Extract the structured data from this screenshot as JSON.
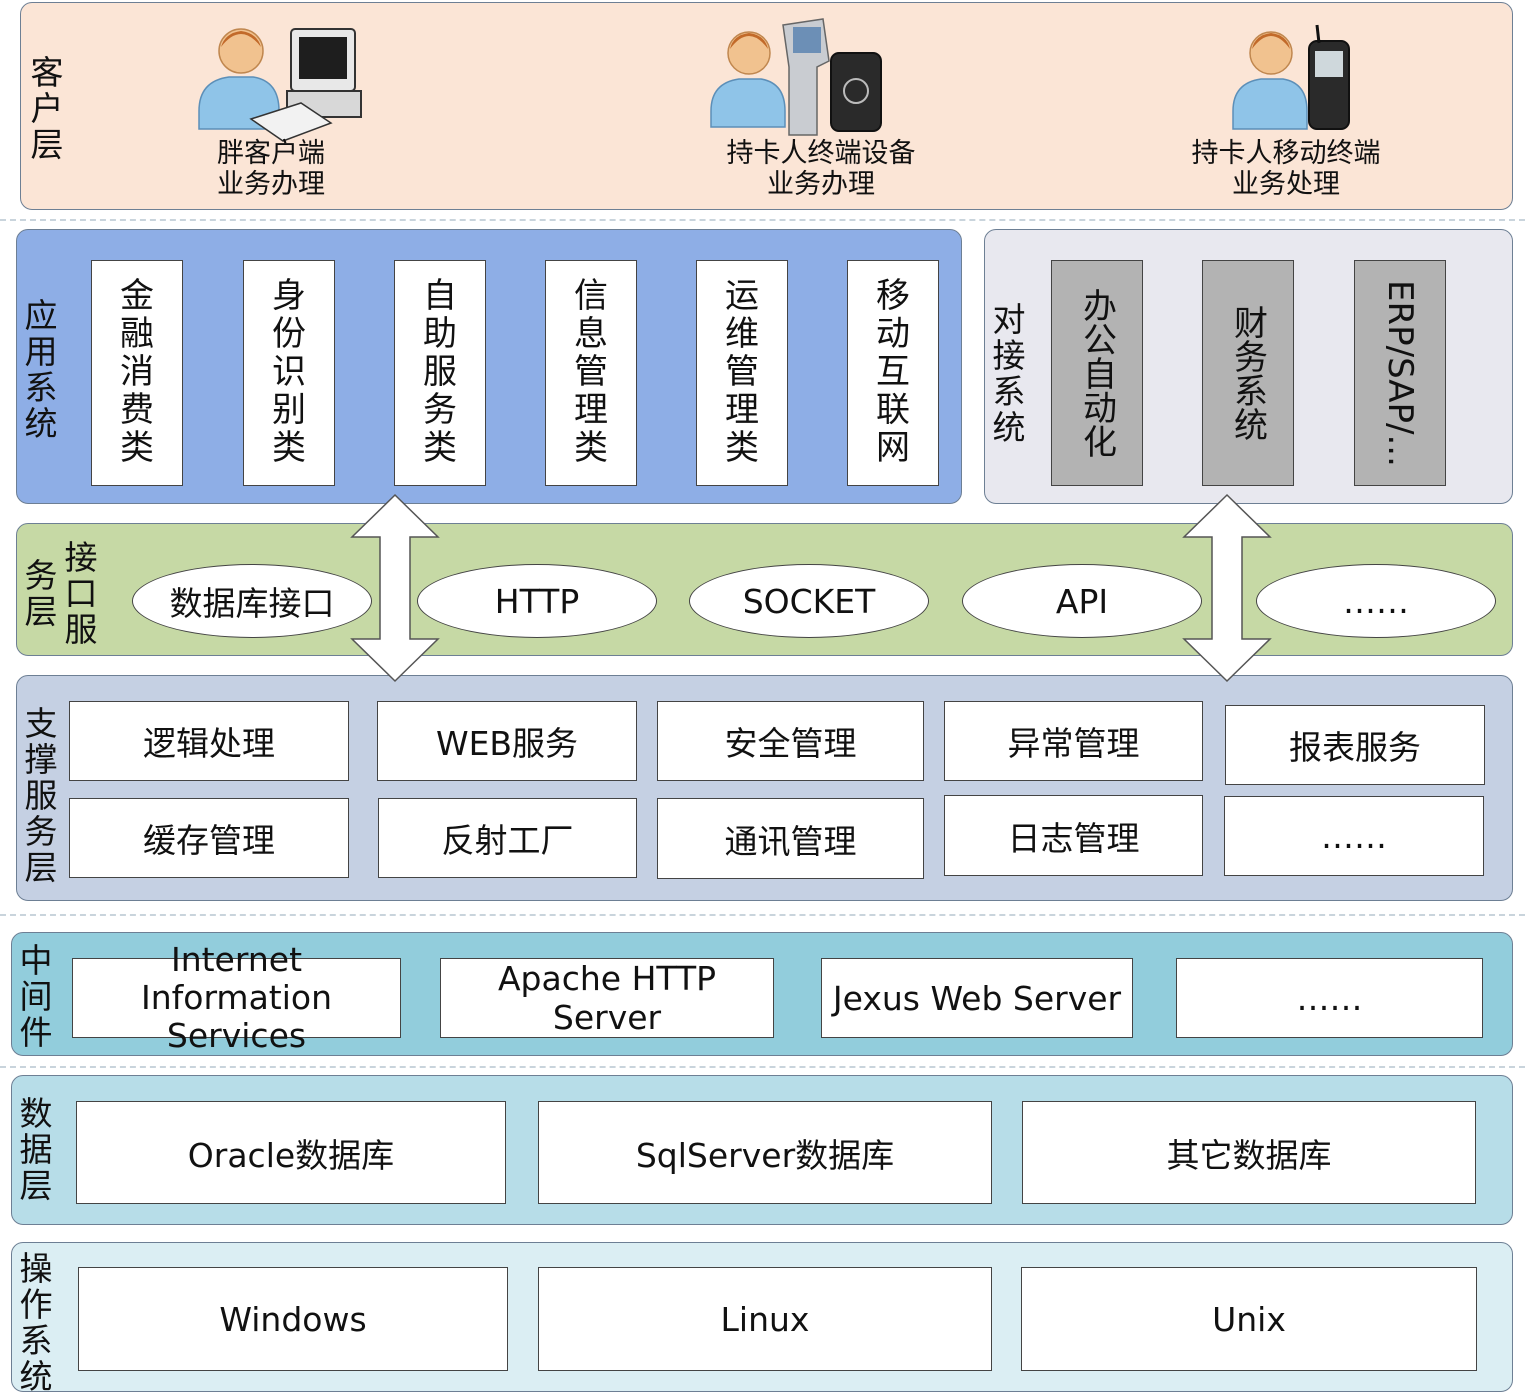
{
  "client_layer": {
    "label": "客户层",
    "clients": [
      {
        "line1": "胖客户端",
        "line2": "业务办理",
        "icon": "person-computer-icon"
      },
      {
        "line1": "持卡人终端设备",
        "line2": "业务办理",
        "icon": "person-kiosk-icon"
      },
      {
        "line1": "持卡人移动终端",
        "line2": "业务处理",
        "icon": "person-phone-icon"
      }
    ]
  },
  "app_layer": {
    "label": "应用系统",
    "items": [
      "金融消费类",
      "身份识别类",
      "自助服务类",
      "信息管理类",
      "运维管理类",
      "移动互联网"
    ]
  },
  "integration_layer": {
    "label": "对接系统",
    "items": [
      "办公自动化",
      "财务系统",
      "ERP/SAP/..."
    ]
  },
  "interface_layer": {
    "label_col1": "务层",
    "label_col2": "接口服",
    "items": [
      "数据库接口",
      "HTTP",
      "SOCKET",
      "API",
      "……"
    ]
  },
  "support_layer": {
    "label": "支撑服务层",
    "items": [
      "逻辑处理",
      "WEB服务",
      "安全管理",
      "异常管理",
      "报表服务",
      "缓存管理",
      "反射工厂",
      "通讯管理",
      "日志管理",
      "……"
    ]
  },
  "middleware_layer": {
    "label": "中间件",
    "items": [
      "Internet Information Services",
      "Apache HTTP Server",
      "Jexus Web Server",
      "……"
    ]
  },
  "data_layer": {
    "label": "数据层",
    "items": [
      "Oracle数据库",
      "SqlServer数据库",
      "其它数据库"
    ]
  },
  "os_layer": {
    "label": "操作系统",
    "items": [
      "Windows",
      "Linux",
      "Unix"
    ]
  },
  "colors": {
    "client_bg": "#fbe5d6",
    "app_bg": "#8eaee6",
    "integration_bg": "#e8e8ef",
    "interface_bg": "#c6d9a5",
    "support_bg": "#c5d0e3",
    "middleware_bg": "#92cddc",
    "data_bg": "#b7dde8",
    "os_bg": "#dbeef3"
  }
}
